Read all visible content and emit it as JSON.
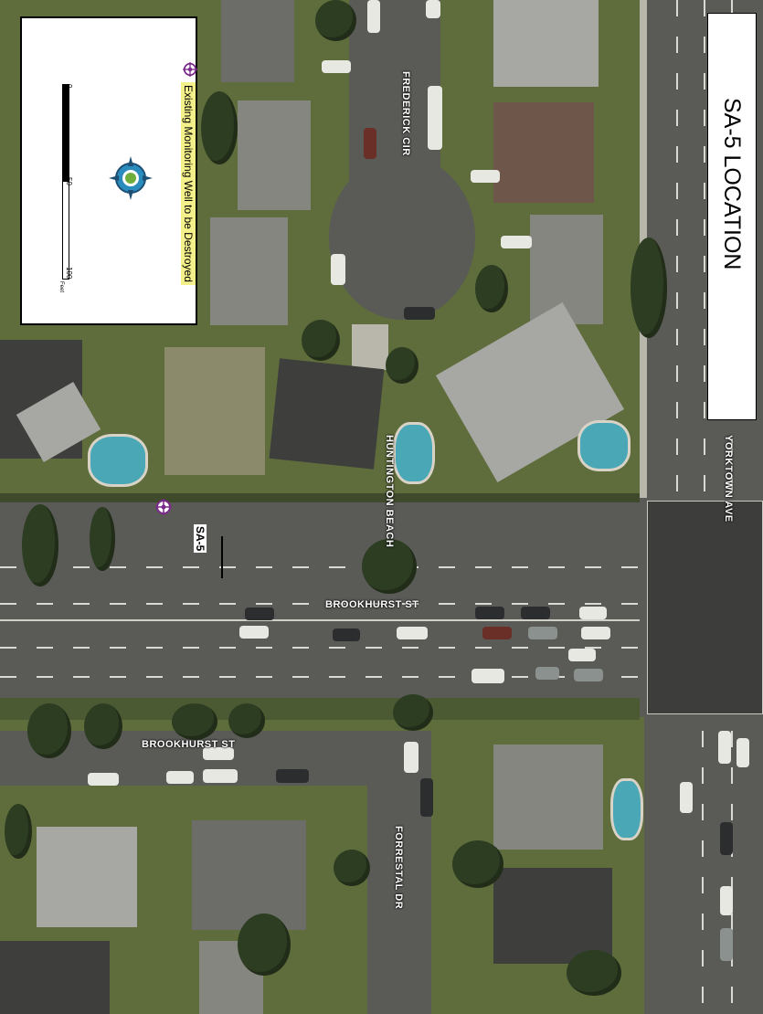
{
  "title": "SA-5 LOCATION",
  "legend": {
    "symbol_label": "Existing Monitoring Well to be Destroyed",
    "symbol_icon": "monitoring-well-crosshair-icon",
    "compass_icon": "north-arrow-compass-icon",
    "scale": {
      "ticks": [
        "0",
        "50",
        "100"
      ],
      "unit": "Feet"
    }
  },
  "well": {
    "label": "SA-5"
  },
  "streets": {
    "brookhurst": "BROOKHURST ST",
    "brookhurst_frontage": "BROOKHURST ST",
    "frederick": "FREDERICK CIR",
    "huntington": "HUNTINGTON BEACH",
    "yorktown": "YORKTOWN AVE",
    "forrestal": "FORRESTAL DR"
  },
  "colors": {
    "marker": "#7a2a8c",
    "highlight": "#f4f08a"
  }
}
